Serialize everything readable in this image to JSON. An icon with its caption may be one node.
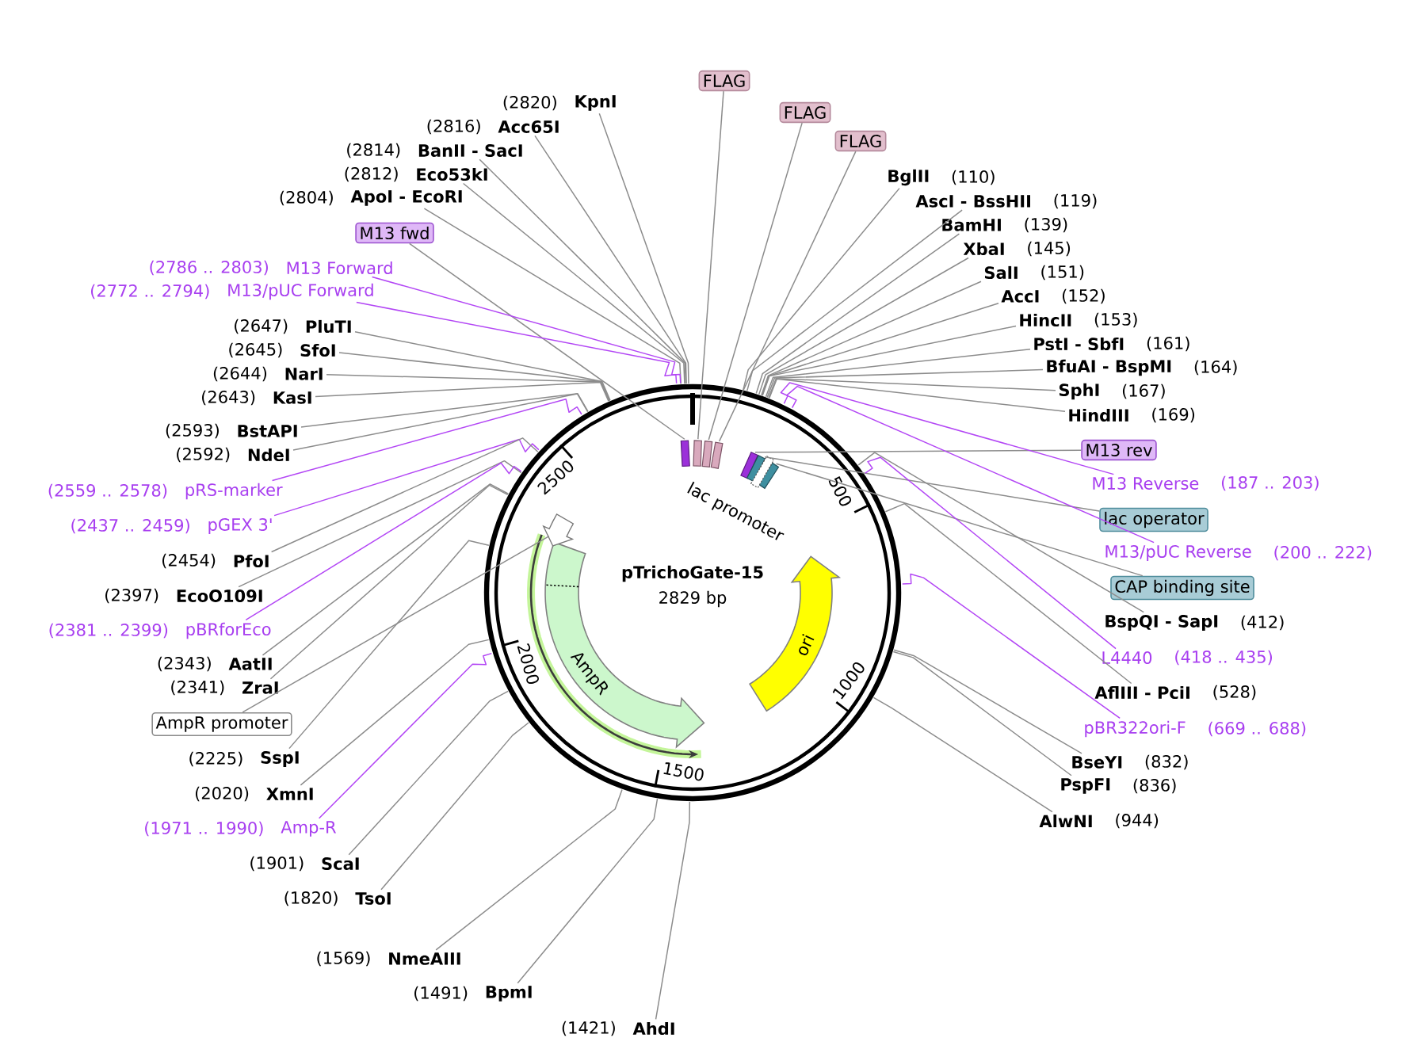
{
  "diagram": {
    "nodes": [
      {
        "text": [
          "FLAG"
        ]
      },
      {
        "text": [
          "FLAG"
        ]
      },
      {
        "text": [
          "FLAG"
        ]
      },
      {
        "text": [
          "KpnI"
        ],
        "beside": [
          "(2820)"
        ]
      },
      {
        "text": [
          "Acc65I"
        ],
        "beside": [
          "(2816)"
        ]
      },
      {
        "text": [
          "BanII - SacI"
        ],
        "beside": [
          "(2814)"
        ]
      },
      {
        "text": [
          "Eco53kI"
        ],
        "beside": [
          "(2812)"
        ]
      },
      {
        "text": [
          "ApoI - EcoRI"
        ],
        "beside": [
          "(2804)"
        ]
      },
      {
        "text": [
          "M13 fwd"
        ]
      },
      {
        "text": [
          "M13 Forward"
        ],
        "beside": [
          "(2786 .. 2803)"
        ]
      },
      {
        "text": [
          "M13/pUC Forward"
        ],
        "beside": [
          "(2772 .. 2794)"
        ]
      },
      {
        "text": [
          "PluTI"
        ],
        "beside": [
          "(2647)"
        ]
      },
      {
        "text": [
          "SfoI"
        ],
        "beside": [
          "(2645)"
        ]
      },
      {
        "text": [
          "NarI"
        ],
        "beside": [
          "(2644)"
        ]
      },
      {
        "text": [
          "KasI"
        ],
        "beside": [
          "(2643)"
        ]
      },
      {
        "text": [
          "BstAPI"
        ],
        "beside": [
          "(2593)"
        ]
      },
      {
        "text": [
          "NdeI"
        ],
        "beside": [
          "(2592)"
        ]
      },
      {
        "text": [
          "pRS-marker"
        ],
        "beside": [
          "(2559 .. 2578)"
        ]
      },
      {
        "text": [
          "pGEX 3'"
        ],
        "beside": [
          "(2437 .. 2459)"
        ]
      },
      {
        "text": [
          "PfoI"
        ],
        "beside": [
          "(2454)"
        ]
      },
      {
        "text": [
          "EcoO109I"
        ],
        "beside": [
          "(2397)"
        ]
      },
      {
        "text": [
          "pBRforEco"
        ],
        "beside": [
          "(2381 .. 2399)"
        ]
      },
      {
        "text": [
          "AatII"
        ],
        "beside": [
          "(2343)"
        ]
      },
      {
        "text": [
          "ZraI"
        ],
        "beside": [
          "(2341)"
        ]
      },
      {
        "text": [
          "AmpR promoter"
        ]
      },
      {
        "text": [
          "SspI"
        ],
        "beside": [
          "(2225)"
        ]
      },
      {
        "text": [
          "XmnI"
        ],
        "beside": [
          "(2020)"
        ]
      },
      {
        "text": [
          "Amp-R"
        ],
        "beside": [
          "(1971 .. 1990)"
        ]
      },
      {
        "text": [
          "ScaI"
        ],
        "beside": [
          "(1901)"
        ]
      },
      {
        "text": [
          "TsoI"
        ],
        "beside": [
          "(1820)"
        ]
      },
      {
        "text": [
          "NmeAIII"
        ],
        "beside": [
          "(1569)"
        ]
      },
      {
        "text": [
          "BpmI"
        ],
        "beside": [
          "(1491)"
        ]
      },
      {
        "text": [
          "AhdI"
        ],
        "beside": [
          "(1421)"
        ]
      },
      {
        "text": [
          "BglII"
        ],
        "beside": [
          "(110)"
        ]
      },
      {
        "text": [
          "AscI - BssHII"
        ],
        "beside": [
          "(119)"
        ]
      },
      {
        "text": [
          "BamHI"
        ],
        "beside": [
          "(139)"
        ]
      },
      {
        "text": [
          "XbaI"
        ],
        "beside": [
          "(145)"
        ]
      },
      {
        "text": [
          "SalI"
        ],
        "beside": [
          "(151)"
        ]
      },
      {
        "text": [
          "AccI"
        ],
        "beside": [
          "(152)"
        ]
      },
      {
        "text": [
          "HincII"
        ],
        "beside": [
          "(153)"
        ]
      },
      {
        "text": [
          "PstI - SbfI"
        ],
        "beside": [
          "(161)"
        ]
      },
      {
        "text": [
          "BfuAI - BspMI"
        ],
        "beside": [
          "(164)"
        ]
      },
      {
        "text": [
          "SphI"
        ],
        "beside": [
          "(167)"
        ]
      },
      {
        "text": [
          "HindIII"
        ],
        "beside": [
          "(169)"
        ]
      },
      {
        "text": [
          "M13 rev"
        ]
      },
      {
        "text": [
          "M13 Reverse"
        ],
        "beside": [
          "(187 .. 203)"
        ]
      },
      {
        "text": [
          "lac operator"
        ]
      },
      {
        "text": [
          "M13/pUC Reverse"
        ],
        "beside": [
          "(200 .. 222)"
        ]
      },
      {
        "text": [
          "CAP binding site"
        ]
      },
      {
        "text": [
          "BspQI - SapI"
        ],
        "beside": [
          "(412)"
        ]
      },
      {
        "text": [
          "L4440"
        ],
        "beside": [
          "(418 .. 435)"
        ]
      },
      {
        "text": [
          "AflIII - PciI"
        ],
        "beside": [
          "(528)"
        ]
      },
      {
        "text": [
          "pBR322ori-F"
        ],
        "beside": [
          "(669 .. 688)"
        ]
      },
      {
        "text": [
          "BseYI"
        ],
        "beside": [
          "(832)"
        ]
      },
      {
        "text": [
          "PspFI"
        ],
        "beside": [
          "(836)"
        ]
      },
      {
        "text": [
          "AlwNI"
        ],
        "beside": [
          "(944)"
        ]
      },
      {
        "text": [
          "pTrichoGate-15",
          "2829 bp"
        ]
      },
      {
        "text": [
          "AmpR"
        ],
        "in": 56
      },
      {
        "text": [
          "ori"
        ],
        "in": 56
      },
      {
        "text": [],
        "shape": "arrow",
        "in": 56
      }
    ],
    "edges": [
      {
        "from": 0,
        "to": 56,
        "arrow": "none"
      },
      {
        "from": 1,
        "to": 56,
        "arrow": "none"
      },
      {
        "from": 2,
        "to": 56,
        "arrow": "none"
      },
      {
        "from": 3,
        "to": 56,
        "arrow": "none"
      },
      {
        "from": 4,
        "to": 56,
        "arrow": "none"
      },
      {
        "from": 5,
        "to": 56,
        "arrow": "none"
      },
      {
        "from": 6,
        "to": 56,
        "arrow": "none"
      },
      {
        "from": 7,
        "to": 56,
        "arrow": "none"
      },
      {
        "from": 8,
        "to": 56,
        "arrow": "none"
      },
      {
        "from": 9,
        "to": 56,
        "arrow": "none",
        "color": "#b347f5"
      },
      {
        "from": 10,
        "to": 56,
        "arrow": "none",
        "color": "#b347f5"
      },
      {
        "from": 11,
        "to": 56,
        "arrow": "none"
      },
      {
        "from": 12,
        "to": 56,
        "arrow": "none"
      },
      {
        "from": 13,
        "to": 56,
        "arrow": "none"
      },
      {
        "from": 14,
        "to": 56,
        "arrow": "none"
      },
      {
        "from": 15,
        "to": 56,
        "arrow": "none"
      },
      {
        "from": 16,
        "to": 56,
        "arrow": "none"
      },
      {
        "from": 17,
        "to": 56,
        "arrow": "none",
        "color": "#b347f5"
      },
      {
        "from": 18,
        "to": 56,
        "arrow": "none",
        "color": "#b347f5"
      },
      {
        "from": 19,
        "to": 56,
        "arrow": "none"
      },
      {
        "from": 20,
        "to": 56,
        "arrow": "none"
      },
      {
        "from": 21,
        "to": 56,
        "arrow": "none",
        "color": "#b347f5"
      },
      {
        "from": 22,
        "to": 56,
        "arrow": "none"
      },
      {
        "from": 23,
        "to": 56,
        "arrow": "none"
      },
      {
        "from": 24,
        "to": 59,
        "arrow": "none"
      },
      {
        "from": 25,
        "to": 56,
        "arrow": "none"
      },
      {
        "from": 26,
        "to": 56,
        "arrow": "none"
      },
      {
        "from": 27,
        "to": 56,
        "arrow": "none",
        "color": "#b347f5"
      },
      {
        "from": 28,
        "to": 56,
        "arrow": "none"
      },
      {
        "from": 29,
        "to": 56,
        "arrow": "none"
      },
      {
        "from": 30,
        "to": 56,
        "arrow": "none"
      },
      {
        "from": 31,
        "to": 56,
        "arrow": "none"
      },
      {
        "from": 32,
        "to": 56,
        "arrow": "none"
      },
      {
        "from": 33,
        "to": 56,
        "arrow": "none"
      },
      {
        "from": 34,
        "to": 56,
        "arrow": "none"
      },
      {
        "from": 35,
        "to": 56,
        "arrow": "none"
      },
      {
        "from": 36,
        "to": 56,
        "arrow": "none"
      },
      {
        "from": 37,
        "to": 56,
        "arrow": "none"
      },
      {
        "from": 38,
        "to": 56,
        "arrow": "none"
      },
      {
        "from": 39,
        "to": 56,
        "arrow": "none"
      },
      {
        "from": 40,
        "to": 56,
        "arrow": "none"
      },
      {
        "from": 41,
        "to": 56,
        "arrow": "none"
      },
      {
        "from": 42,
        "to": 56,
        "arrow": "none"
      },
      {
        "from": 43,
        "to": 56,
        "arrow": "none"
      },
      {
        "from": 44,
        "to": 56,
        "arrow": "none"
      },
      {
        "from": 45,
        "to": 56,
        "arrow": "none",
        "color": "#b347f5"
      },
      {
        "from": 46,
        "to": 56,
        "arrow": "none"
      },
      {
        "from": 47,
        "to": 56,
        "arrow": "none",
        "color": "#b347f5"
      },
      {
        "from": 48,
        "to": 56,
        "arrow": "none"
      },
      {
        "from": 49,
        "to": 56,
        "arrow": "none"
      },
      {
        "from": 50,
        "to": 56,
        "arrow": "none",
        "color": "#b347f5"
      },
      {
        "from": 51,
        "to": 56,
        "arrow": "none"
      },
      {
        "from": 52,
        "to": 56,
        "arrow": "none",
        "color": "#b347f5"
      },
      {
        "from": 53,
        "to": 56,
        "arrow": "none"
      },
      {
        "from": 54,
        "to": 56,
        "arrow": "none"
      },
      {
        "from": 55,
        "to": 56,
        "arrow": "none"
      }
    ],
    "labels": [
      "lac promoter",
      "500",
      "1000",
      "1500",
      "2000",
      "2500"
    ]
  }
}
